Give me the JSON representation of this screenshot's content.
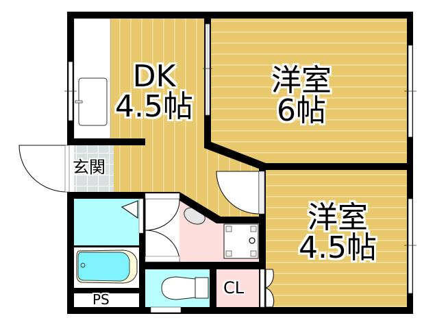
{
  "floor_plan": {
    "type": "apartment floor plan (2DK)",
    "colors": {
      "wall": "#000000",
      "wood_floor": "#e9c96e",
      "wood_line": "#f6e2a4",
      "entrance_tile": "#d9e0e0",
      "water_room": "#b3ffff",
      "toilet_room": "#b9ffff",
      "pink_floor": "#ffdede",
      "fixture_white": "#ffffff"
    },
    "rooms": [
      {
        "id": "dk",
        "name": "DK",
        "size": "4.5帖"
      },
      {
        "id": "western1",
        "name": "洋室",
        "size": "6帖"
      },
      {
        "id": "western2",
        "name": "洋室",
        "size": "4.5帖"
      },
      {
        "id": "entrance",
        "name": "玄関"
      },
      {
        "id": "closet",
        "name": "CL"
      },
      {
        "id": "pipe_space",
        "name": "PS"
      },
      {
        "id": "bath",
        "name": ""
      },
      {
        "id": "washroom",
        "name": ""
      },
      {
        "id": "toilet",
        "name": ""
      }
    ],
    "fixtures": [
      "kitchen-sink",
      "bathtub",
      "wash-basin",
      "washing-machine-pan",
      "toilet"
    ]
  }
}
